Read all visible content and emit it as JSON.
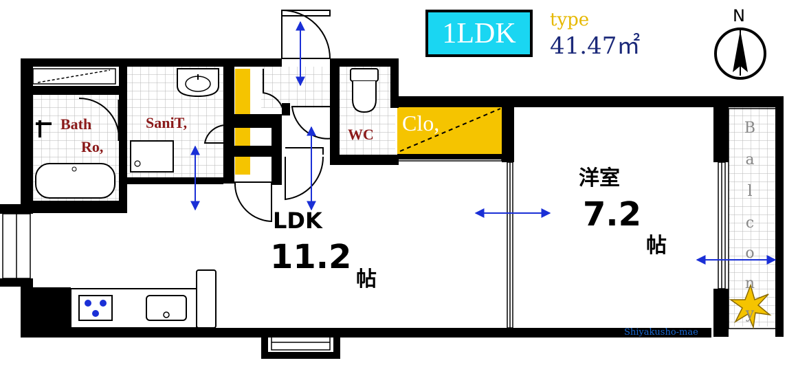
{
  "type_badge": {
    "label": "1LDK"
  },
  "type_info": {
    "type_label": "type",
    "area": "41.47㎡"
  },
  "compass": {
    "north_label": "N"
  },
  "rooms": {
    "bath_line1": "Bath",
    "bath_line2": "Ro,",
    "sanitary": "SaniT,",
    "wc": "WC",
    "closet": "Clo,",
    "western_room": "洋室",
    "western_size": "7.2",
    "western_unit": "帖",
    "ldk": "LDK",
    "ldk_size": "11.2",
    "ldk_unit": "帖",
    "balcony_letters": [
      "B",
      "a",
      "l",
      "c",
      "o",
      "n",
      "y"
    ]
  },
  "footer": {
    "station": "Shiyakusho-mae"
  },
  "colors": {
    "badge": "#1ad6f2",
    "storage": "#f5c400",
    "arrow": "#1a2fd6",
    "type_text": "#e6b800",
    "area_text": "#1c2a7a",
    "room_text": "#8b1a1a"
  },
  "icons": [
    "compass-icon",
    "sink-icon",
    "toilet-icon",
    "bathtub-icon",
    "stove-icon",
    "kitchen-sink-icon",
    "star-flower-icon"
  ]
}
